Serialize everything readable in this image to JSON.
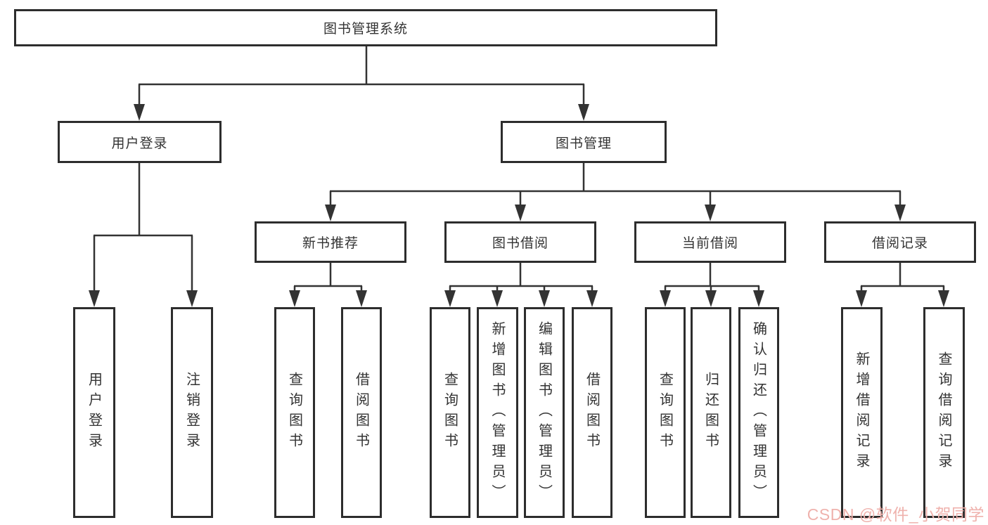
{
  "tree": {
    "label": "图书管理系统",
    "children": [
      {
        "label": "用户登录",
        "children": [
          {
            "label": "用户登录"
          },
          {
            "label": "注销登录"
          }
        ]
      },
      {
        "label": "图书管理",
        "children": [
          {
            "label": "新书推荐",
            "children": [
              {
                "label": "查询图书"
              },
              {
                "label": "借阅图书"
              }
            ]
          },
          {
            "label": "图书借阅",
            "children": [
              {
                "label": "查询图书"
              },
              {
                "label": "新增图书（管理员）"
              },
              {
                "label": "编辑图书（管理员）"
              },
              {
                "label": "借阅图书"
              }
            ]
          },
          {
            "label": "当前借阅",
            "children": [
              {
                "label": "查询图书"
              },
              {
                "label": "归还图书"
              },
              {
                "label": "确认归还（管理员）"
              }
            ]
          },
          {
            "label": "借阅记录",
            "children": [
              {
                "label": "新增借阅记录"
              },
              {
                "label": "查询借阅记录"
              }
            ]
          }
        ]
      }
    ]
  },
  "watermark": {
    "text": "CSDN @软件_小贺同学",
    "color": "#efb2ad"
  },
  "colors": {
    "line": "#333333",
    "box_border": "#2d2d2d",
    "text": "#333333",
    "background": "#ffffff"
  }
}
